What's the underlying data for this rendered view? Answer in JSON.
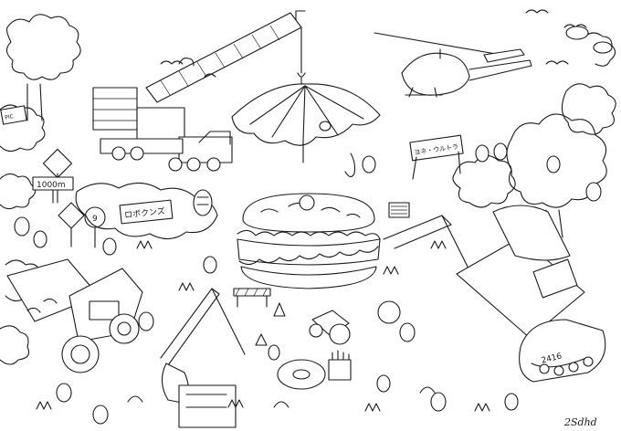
{
  "image": {
    "style": "black-ink line-art colouring page",
    "background_color": "#ffffff",
    "ink_color": "#1a1a1a"
  },
  "signs": {
    "distance_sign": "1000m",
    "pickup_sign": "PIC",
    "road_number": "9",
    "wood_sign": "ロボクンズ",
    "banner": "ヨネ・ウルトラ",
    "truck_plate": "2416"
  },
  "signature": "2Sdhd"
}
